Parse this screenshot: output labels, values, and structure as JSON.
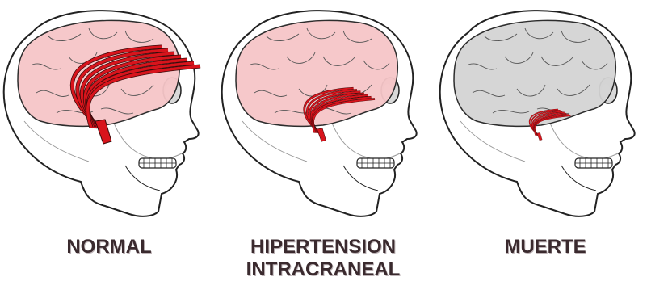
{
  "panels": [
    {
      "caption_lines": [
        "NORMAL"
      ],
      "brain_fill": "#f6c6c8",
      "vessel_scale": 1.0
    },
    {
      "caption_lines": [
        "HIPERTENSION",
        "INTRACRANEAL"
      ],
      "brain_fill": "#f6c6c8",
      "vessel_scale": 0.55
    },
    {
      "caption_lines": [
        "MUERTE"
      ],
      "brain_fill": "#d4d4d4",
      "vessel_scale": 0.32
    }
  ],
  "colors": {
    "vessel": "#d8141c",
    "vessel_outline": "#3a0a0a",
    "skull_outline": "#222222",
    "text": "#3a2a2e"
  }
}
